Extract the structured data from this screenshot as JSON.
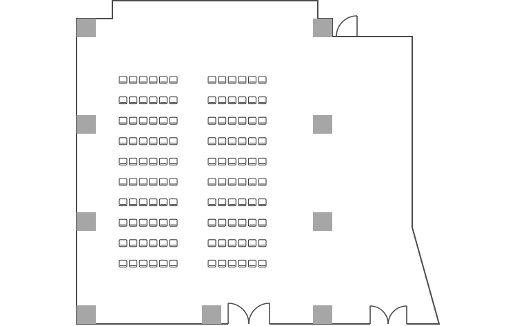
{
  "floorplan": {
    "layout_type": "theater-style seating",
    "colors": {
      "wall": "#4a4a4a",
      "column": "#a6a6a6",
      "chair_outline": "#3a3a3a",
      "background": "#ffffff"
    },
    "seating": {
      "blocks": [
        {
          "name": "left-block",
          "rows": 10,
          "seats_per_row": 6
        },
        {
          "name": "right-block",
          "rows": 10,
          "seats_per_row": 6
        }
      ]
    },
    "columns_count": 9,
    "doors": [
      {
        "name": "top-right-door",
        "type": "single"
      },
      {
        "name": "bottom-center-door",
        "type": "double"
      },
      {
        "name": "bottom-right-door",
        "type": "double"
      }
    ]
  }
}
